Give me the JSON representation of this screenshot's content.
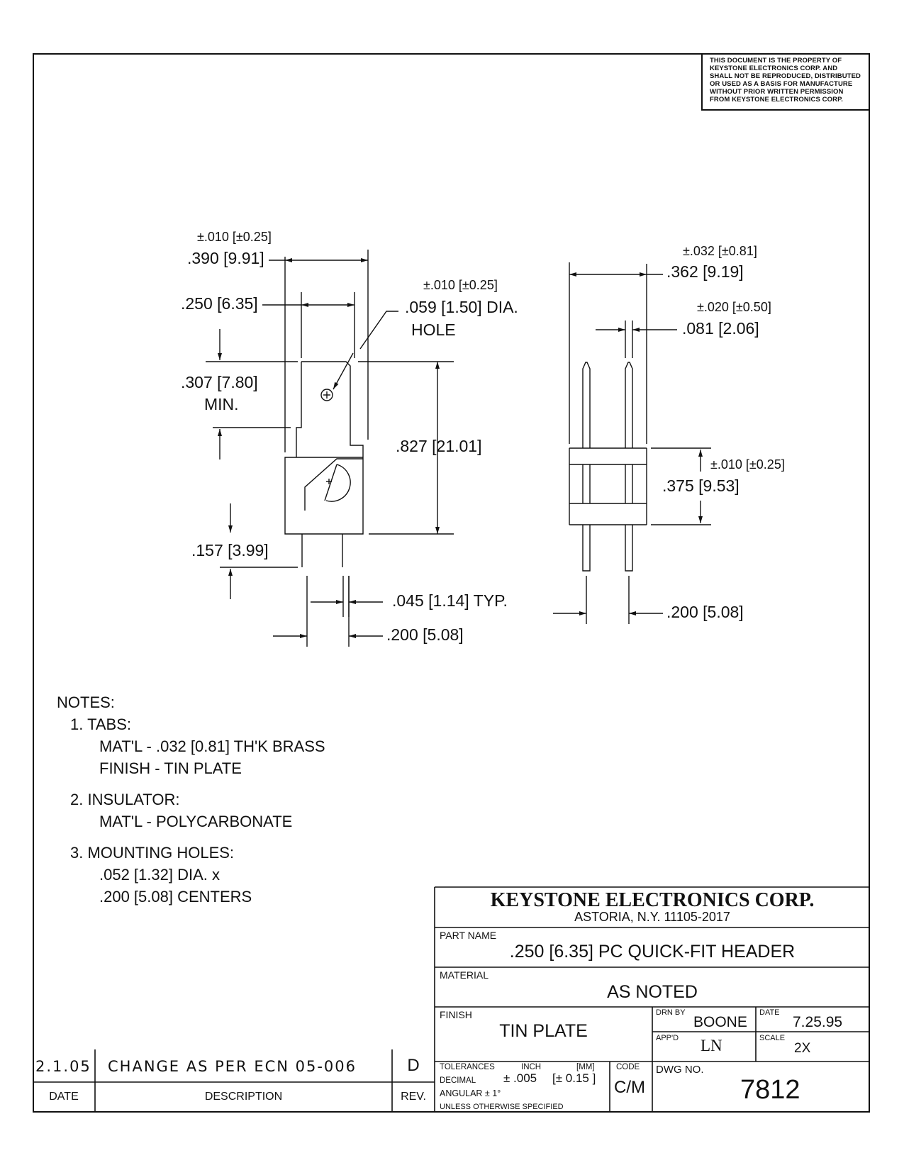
{
  "notice": {
    "lines": [
      "THIS DOCUMENT IS THE PROPERTY OF",
      "KEYSTONE ELECTRONICS CORP. AND",
      "SHALL NOT BE REPRODUCED, DISTRIBUTED",
      "OR USED AS A BASIS FOR MANUFACTURE",
      "WITHOUT PRIOR WRITTEN PERMISSION",
      "FROM KEYSTONE ELECTRONICS CORP."
    ]
  },
  "dimensions": {
    "width_tol": "±.010 [±0.25]",
    "width": ".390 [9.91]",
    "tab_width": ".250 [6.35]",
    "hole_tol": "±.010 [±0.25]",
    "hole": ".059 [1.50] DIA.",
    "hole_label": "HOLE",
    "tab_len": ".307 [7.80]",
    "tab_len_min": "MIN.",
    "height": ".827 [21.01]",
    "pin_len": ".157 [3.99]",
    "pin_thk": ".045 [1.14] TYP.",
    "pin_pitch_front": ".200 [5.08]",
    "side_width_tol": "±.032 [±0.81]",
    "side_width": ".362 [9.19]",
    "thk_tol": "±.020 [±0.50]",
    "thk": ".081 [2.06]",
    "base_tol": "±.010 [±0.25]",
    "base": ".375 [9.53]",
    "pin_pitch_side": ".200 [5.08]"
  },
  "notes": {
    "title": "NOTES:",
    "n1": "1. TABS:",
    "n1a": "MAT'L - .032 [0.81] TH'K BRASS",
    "n1b": "FINISH - TIN PLATE",
    "n2": "2. INSULATOR:",
    "n2a": "MAT'L - POLYCARBONATE",
    "n3": "3. MOUNTING HOLES:",
    "n3a": ".052 [1.32] DIA. x",
    "n3b": ".200 [5.08] CENTERS"
  },
  "title_block": {
    "company": "KEYSTONE ELECTRONICS CORP.",
    "address": "ASTORIA, N.Y. 11105-2017",
    "part_name_label": "PART NAME",
    "part_name": ".250 [6.35] PC QUICK-FIT HEADER",
    "material_label": "MATERIAL",
    "material": "AS NOTED",
    "finish_label": "FINISH",
    "finish": "TIN PLATE",
    "drn_by_label": "DRN BY",
    "drn_by": "BOONE",
    "date_label": "DATE",
    "date": "7.25.95",
    "appd_label": "APP'D",
    "appd": "LN",
    "scale_label": "SCALE",
    "scale": "2X",
    "tolerances_label": "TOLERANCES",
    "inch_label": "INCH",
    "mm_label": "[MM]",
    "code_label": "CODE",
    "decimal_label": "DECIMAL",
    "decimal_inch": "± .005",
    "decimal_mm": "[± 0.15 ]",
    "angular": "ANGULAR ± 1°",
    "unless": "UNLESS OTHERWISE SPECIFIED",
    "code": "C/M",
    "dwg_no_label": "DWG NO.",
    "dwg_no": "7812"
  },
  "revision": {
    "date": "2.1.05",
    "description": "CHANGE AS PER ECN 05-006",
    "rev": "D",
    "date_label": "DATE",
    "description_label": "DESCRIPTION",
    "rev_label": "REV."
  }
}
